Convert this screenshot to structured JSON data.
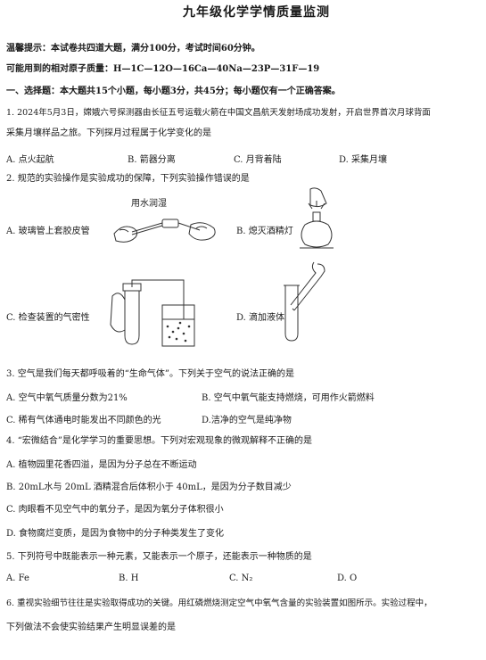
{
  "title": "九年级化学学情质量监测",
  "notice": "温馨提示：本试卷共四道大题，满分100分，考试时间60分钟。",
  "atomic_masses": "可能用到的相对原子质量：H—1C—12O—16Ca—40Na—23P—31F—19",
  "section1": "一、选择题：本大题共15个小题，每小题3分，共45分；每小题仅有一个正确答案。",
  "q1": {
    "stem_line1": "1. 2024年5月3日，嫦娥六号探测器由长征五号运载火箭在中国文昌航天发射场成功发射，开启世界首次月球背面",
    "stem_line2": "采集月壤样品之旅。下列探月过程属于化学变化的是",
    "options": [
      "A. 点火起航",
      "B. 箭器分离",
      "C. 月背着陆",
      "D. 采集月壤"
    ]
  },
  "q2": {
    "stem": "2. 规范的实验操作是实验成功的保障，下列实验操作错误的是",
    "figure_label": "用水润湿",
    "options": [
      "A. 玻璃管上套胶皮管",
      "B. 熄灭酒精灯",
      "C. 检查装置的气密性",
      "D. 滴加液体"
    ]
  },
  "q3": {
    "stem": "3. 空气是我们每天都呼吸着的“生命气体”。下列关于空气的说法正确的是",
    "options": [
      "A. 空气中氧气质量分数为21%",
      "B. 空气中氧气能支持燃烧，可用作火箭燃料",
      "C. 稀有气体通电时能发出不同颜色的光",
      "D.洁净的空气是纯净物"
    ]
  },
  "q4": {
    "stem": "4. “宏微结合”是化学学习的重要思想。下列对宏观现象的微观解释不正确的是",
    "options": [
      "A. 植物园里花香四溢，是因为分子总在不断运动",
      "B. 20mL水与 20mL 酒精混合后体积小于 40mL，是因为分子数目减少",
      "C. 肉眼看不见空气中的氧分子，是因为氧分子体积很小",
      "D. 食物腐烂变质，是因为食物中的分子种类发生了变化"
    ]
  },
  "q5": {
    "stem": "5. 下列符号中既能表示一种元素，又能表示一个原子，还能表示一种物质的是",
    "options": [
      "A. Fe",
      "B. H",
      "C. N₂",
      "D. O"
    ]
  },
  "q6": {
    "stem_line1": "6. 重视实验细节往往是实验取得成功的关键。用红磷燃烧测定空气中氧气含量的实验装置如图所示。实验过程中，",
    "stem_line2": "下列做法不会使实验结果产生明显误差的是"
  }
}
